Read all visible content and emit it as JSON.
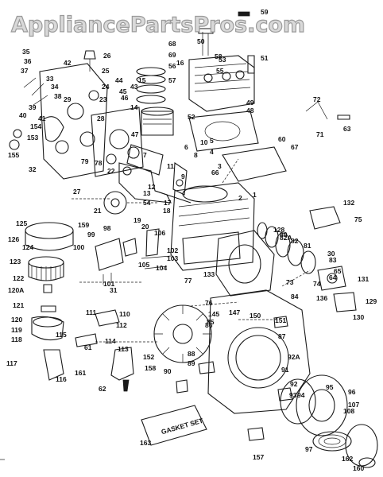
{
  "watermark": "AppliancePartsPros.com",
  "gasket_set_label": "GASKET SET",
  "part_numbers": [
    "59",
    "50",
    "26",
    "25",
    "24",
    "23",
    "42",
    "35",
    "36",
    "37",
    "33",
    "34",
    "38",
    "39",
    "40",
    "41",
    "29",
    "28",
    "22",
    "21",
    "154",
    "153",
    "155",
    "32",
    "27",
    "79",
    "78",
    "44",
    "45",
    "46",
    "14",
    "15",
    "47",
    "52",
    "16",
    "68",
    "69",
    "56",
    "57",
    "58",
    "53",
    "55",
    "51",
    "49",
    "48",
    "54",
    "10",
    "8",
    "7",
    "11",
    "12",
    "13",
    "17",
    "18",
    "19",
    "20",
    "9",
    "5",
    "4",
    "6",
    "3",
    "66",
    "2",
    "1",
    "60",
    "67",
    "72",
    "71",
    "63",
    "132",
    "75",
    "125",
    "159",
    "126",
    "124",
    "123",
    "122",
    "120A",
    "121",
    "120",
    "119",
    "118",
    "117",
    "116",
    "115",
    "161",
    "99",
    "98",
    "100",
    "101",
    "31",
    "106",
    "104",
    "103",
    "102",
    "105",
    "133",
    "77",
    "76",
    "145",
    "147",
    "86",
    "88",
    "89",
    "90",
    "158",
    "152",
    "85",
    "150",
    "151",
    "87",
    "91",
    "92A",
    "92",
    "93",
    "94",
    "95",
    "96",
    "107",
    "108",
    "97",
    "162",
    "160",
    "157",
    "163",
    "110",
    "111",
    "112",
    "113",
    "114",
    "61",
    "62",
    "73",
    "74",
    "30",
    "83",
    "84",
    "82A",
    "81",
    "82",
    "80",
    "128",
    "131",
    "129",
    "130",
    "136",
    "65",
    "64",
    "43"
  ]
}
